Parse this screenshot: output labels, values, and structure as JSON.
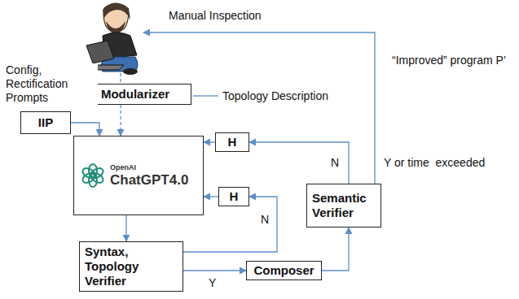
{
  "diagram": {
    "nodes": [
      {
        "text": [
          "Modularizer"
        ]
      },
      {
        "text": [
          "IIP"
        ]
      },
      {
        "text": [
          "OpenAI",
          "ChatGPT4.0"
        ]
      },
      {
        "text": [
          "H"
        ]
      },
      {
        "text": [
          "H"
        ]
      },
      {
        "text": [
          "Syntax, Topology Verifier"
        ]
      },
      {
        "text": [
          "Composer"
        ]
      },
      {
        "text": [
          "Semantic Verifier"
        ]
      }
    ],
    "edges": [
      {
        "from": 0,
        "to": 2,
        "arrow": "to"
      },
      {
        "from": 1,
        "to": 2,
        "arrow": "to"
      },
      {
        "from": 3,
        "to": 2,
        "arrow": "to"
      },
      {
        "from": 4,
        "to": 2,
        "arrow": "to"
      },
      {
        "from": 2,
        "to": 5,
        "arrow": "to"
      },
      {
        "from": 5,
        "to": 4,
        "label": "N",
        "arrow": "to"
      },
      {
        "from": 5,
        "to": 6,
        "label": "Y",
        "arrow": "to"
      },
      {
        "from": 6,
        "to": 7,
        "arrow": "to"
      },
      {
        "from": 7,
        "to": 3,
        "label": "N",
        "arrow": "to"
      }
    ],
    "labels": [
      "Manual Inspection",
      "Config, Rectification Prompts",
      "Topology Description",
      "“Improved” program P'",
      "Y or time  exceeded"
    ]
  }
}
